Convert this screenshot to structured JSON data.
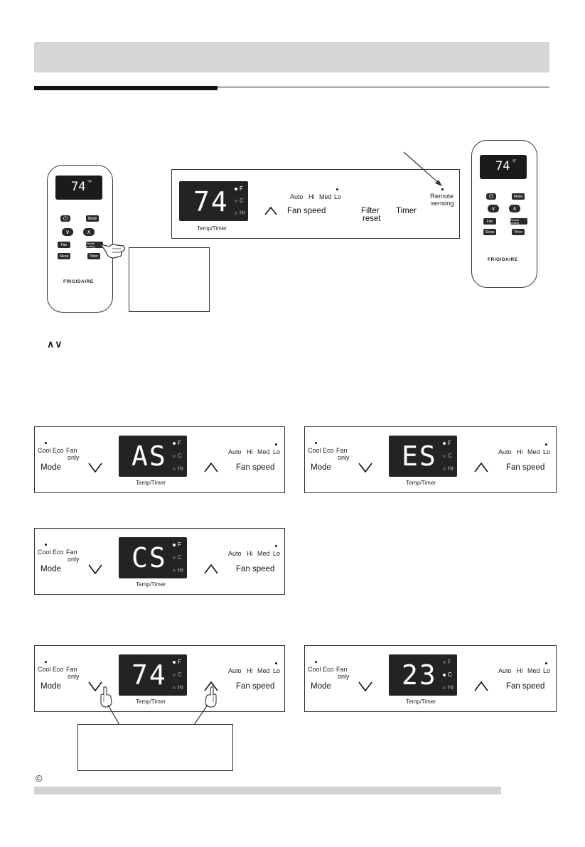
{
  "copyright_symbol": "©",
  "arrows_glyph": "∧∨",
  "remote": {
    "brand": "FRIGIDAIRE",
    "display": "74",
    "unit": "°F",
    "buttons": [
      "Mode",
      "Fan",
      "Sleep",
      "Timer",
      "Remote sensing"
    ]
  },
  "panels": {
    "top": {
      "display": "74",
      "indicators": [
        "F",
        "C",
        "Hr"
      ],
      "display_label": "Temp/Timer",
      "fan_levels": [
        "Auto",
        "Hi",
        "Med",
        "Lo"
      ],
      "fan_label": "Fan speed",
      "filter_label_1": "Filter",
      "filter_label_2": "reset",
      "timer_label": "Timer",
      "remote_label_1": "Remote",
      "remote_label_2": "sensing"
    },
    "common": {
      "modes": [
        "Cool",
        "Eco",
        "Fan"
      ],
      "mode_sub": "only",
      "mode_label": "Mode",
      "fan_levels": [
        "Auto",
        "Hi",
        "Med",
        "Lo"
      ],
      "fan_label": "Fan speed",
      "display_label": "Temp/Timer",
      "indicators": [
        "F",
        "C",
        "Hr"
      ]
    },
    "p1": {
      "display": "AS"
    },
    "p2": {
      "display": "ES"
    },
    "p3": {
      "display": "CS"
    },
    "p4": {
      "display": "74"
    },
    "p5": {
      "display": "23"
    }
  }
}
